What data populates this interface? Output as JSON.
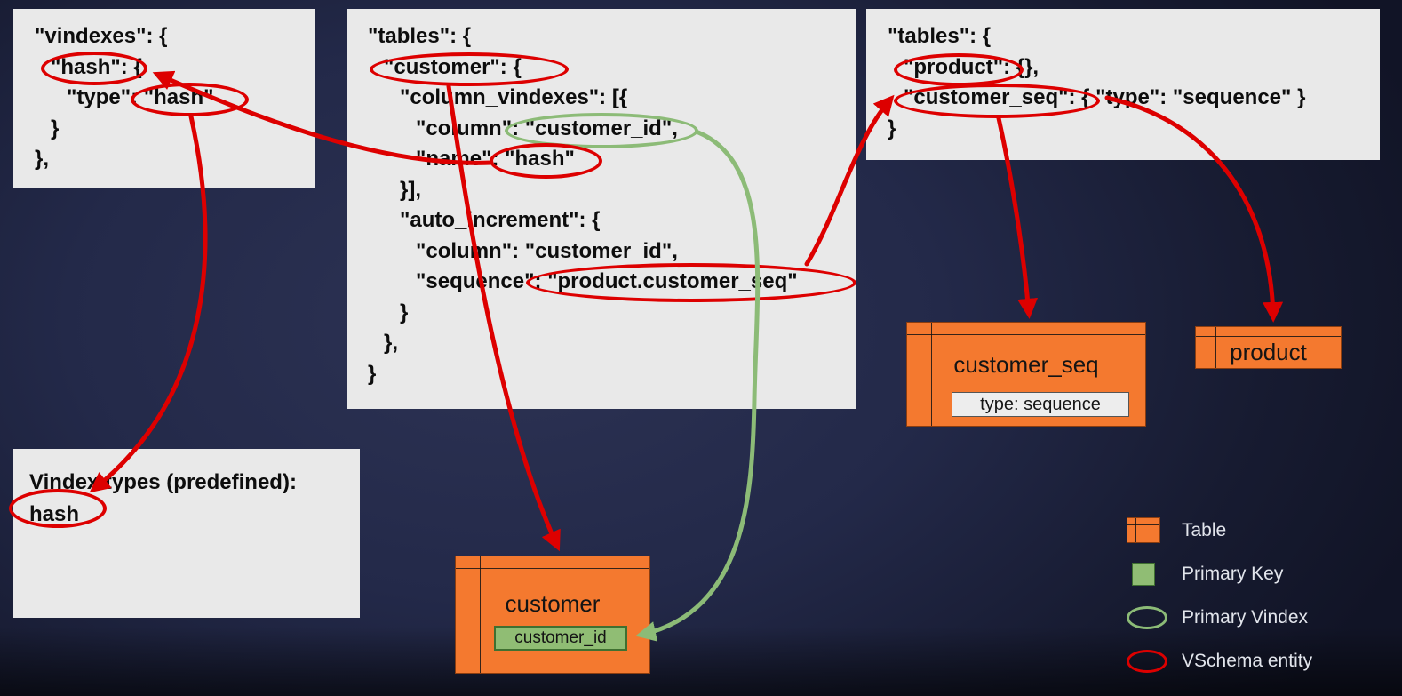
{
  "colors": {
    "red": "#dd0000",
    "green": "#8cbb77",
    "orange": "#f4792f",
    "panel_bg": "#e9e9e9",
    "pk_green": "#90bd74"
  },
  "panel_vindexes": {
    "lines": [
      "\"vindexes\": {",
      "\"hash\": {",
      "\"type\": \"hash\"",
      "}",
      "},"
    ]
  },
  "panel_tables_main": {
    "lines": [
      "\"tables\": {",
      "\"customer\": {",
      "\"column_vindexes\": [{",
      "\"column\": \"customer_id\",",
      "\"name\": \"hash\"",
      "}],",
      "\"auto_increment\": {",
      "\"column\": \"customer_id\",",
      "\"sequence\": \"product.customer_seq\"",
      "}",
      "},",
      "}"
    ]
  },
  "panel_tables_right": {
    "lines": [
      "\"tables\": {",
      "\"product\": {},",
      "\"customer_seq\": { \"type\": \"sequence\" }",
      "}"
    ]
  },
  "panel_vindex_types": {
    "title": "Vindex types (predefined):",
    "item": "hash"
  },
  "tables": {
    "customer": {
      "title": "customer",
      "primary_key": "customer_id"
    },
    "customer_seq": {
      "title": "customer_seq",
      "attribute": "type: sequence"
    },
    "product": {
      "title": "product"
    }
  },
  "legend": {
    "items": [
      {
        "label": "Table"
      },
      {
        "label": "Primary Key"
      },
      {
        "label": "Primary Vindex"
      },
      {
        "label": "VSchema entity"
      }
    ]
  }
}
